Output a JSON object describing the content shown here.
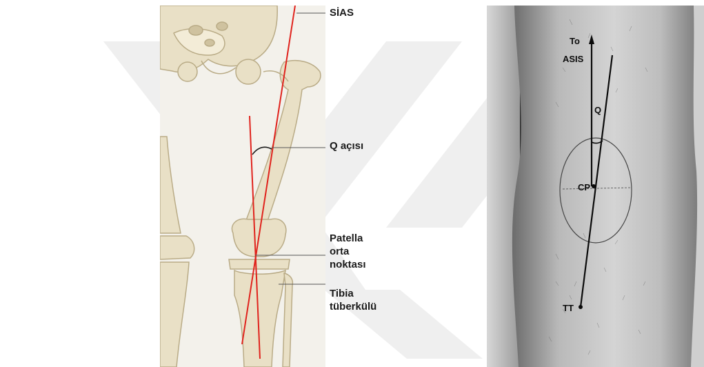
{
  "left_figure": {
    "labels": {
      "sias": "SİAS",
      "q_angle": "Q açısı",
      "patella_1": "Patella",
      "patella_2": "orta",
      "patella_3": "noktası",
      "tibia_1": "Tibia",
      "tibia_2": "tüberkülü"
    }
  },
  "right_figure": {
    "labels": {
      "to": "To",
      "asis": "ASIS",
      "q": "Q",
      "cp": "CP",
      "tt": "TT"
    }
  },
  "colors": {
    "axis_line": "#e0221c",
    "bone": "#e9e0c6",
    "bone_shadow": "#cdbf99",
    "photo_line": "#0a0a0a",
    "watermark": "#ececec"
  }
}
